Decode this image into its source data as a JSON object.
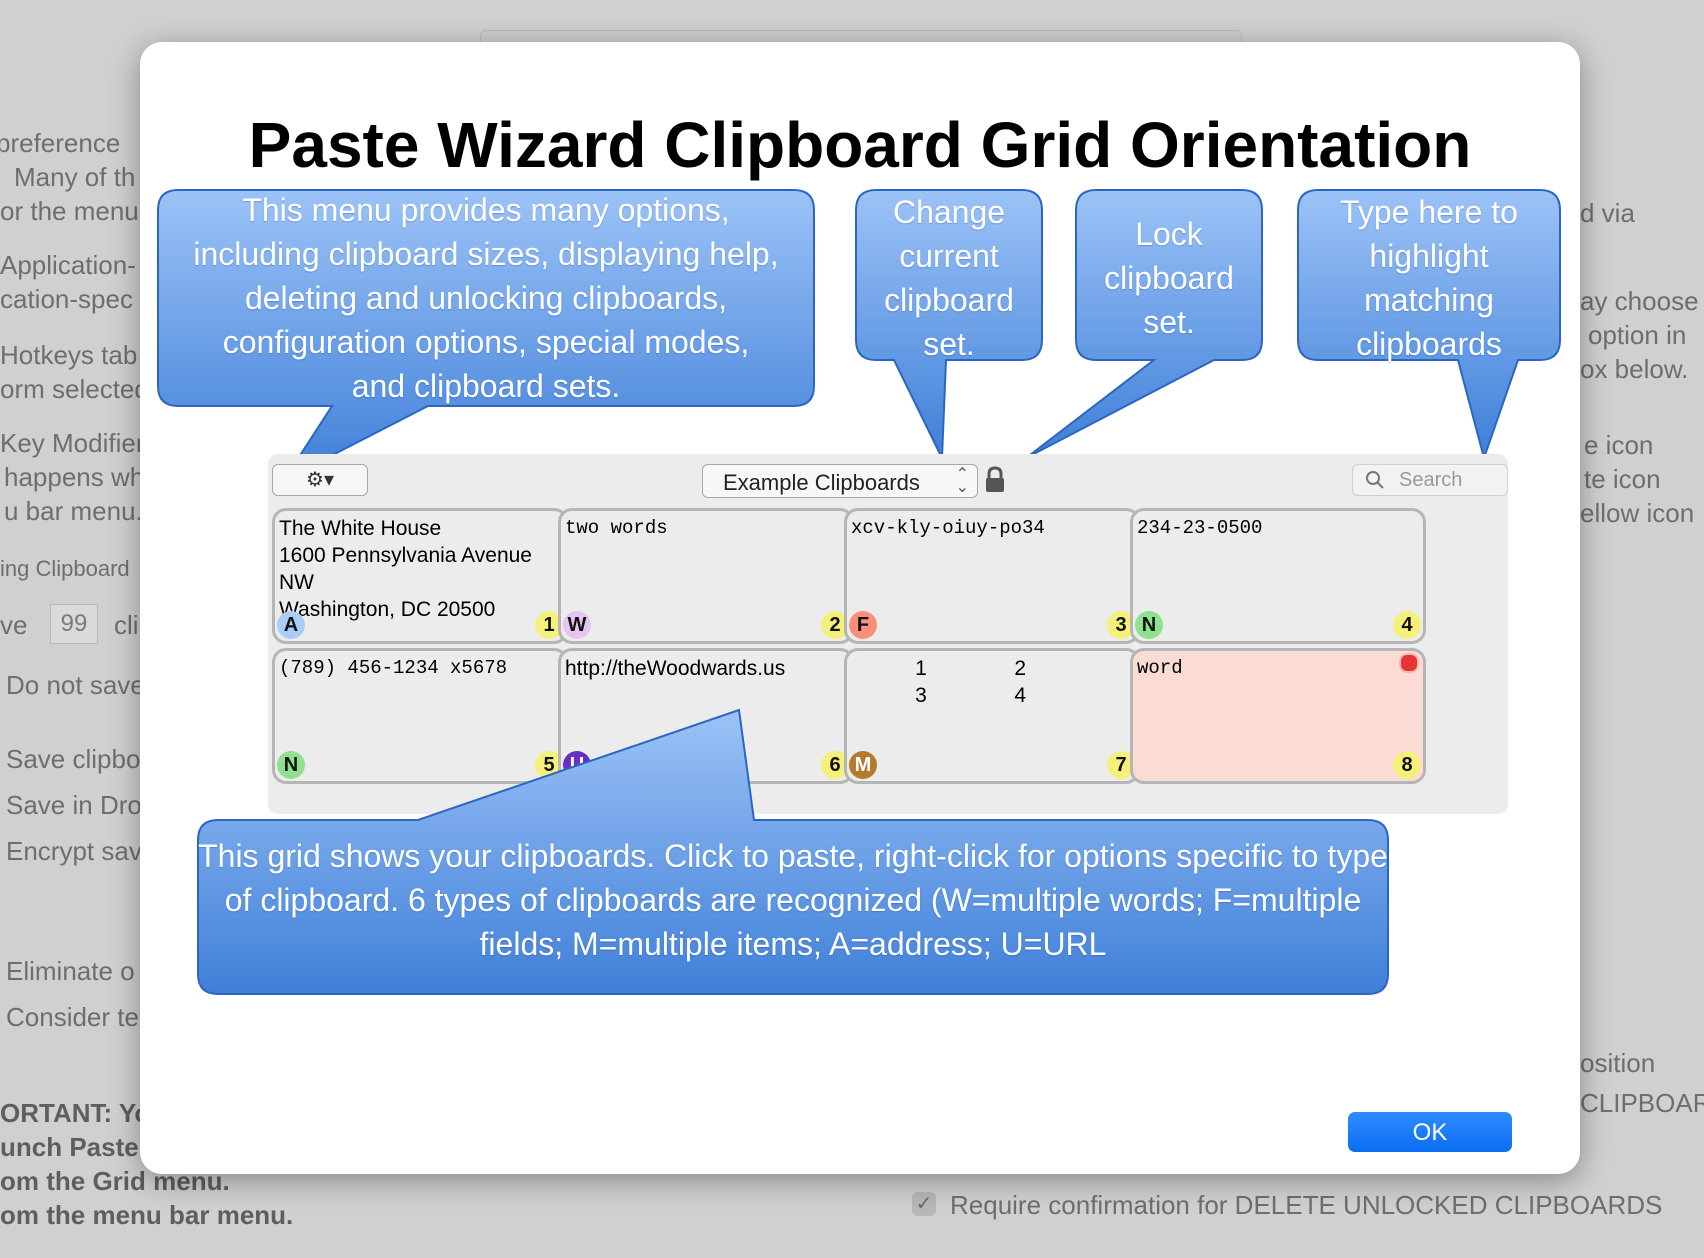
{
  "background": {
    "left_lines": [
      "preference",
      "Many of th",
      "or the menu",
      "Application-",
      "cation-spec",
      "Hotkeys tab",
      "orm selected",
      "Key Modifier",
      "happens wh",
      "u bar menu.",
      "ing Clipboard",
      "ve",
      "cli",
      "Do not save",
      "Save clipbo",
      "Save in Dro",
      "Encrypt sav",
      "Eliminate o",
      "Consider te"
    ],
    "retain_count": "99",
    "bold_lines": [
      "ORTANT: Yo",
      "unch Paste",
      "om the Grid menu.",
      "om the menu bar menu."
    ],
    "right_lines": [
      "d via",
      "ay choose",
      "option in",
      "ox below.",
      "e icon",
      "te icon",
      "ellow icon",
      "osition",
      "CLIPBOAR"
    ],
    "confirm_label": "Require confirmation for DELETE UNLOCKED CLIPBOARDS"
  },
  "dialog": {
    "title": "Paste Wizard Clipboard Grid Orientation",
    "callouts": {
      "menu": [
        "This menu provides many options,",
        "including clipboard sizes, displaying help,",
        "deleting and unlocking clipboards,",
        "configuration options, special modes,",
        "and clipboard sets."
      ],
      "change_set": [
        "Change",
        "current",
        "clipboard",
        "set."
      ],
      "lock_set": [
        "Lock",
        "clipboard",
        "set."
      ],
      "search": [
        "Type here to",
        "highlight",
        "matching",
        "clipboards"
      ],
      "grid": [
        "This grid shows your clipboards.  Click to paste, right-click for options specific to type",
        "of clipboard. 6 types of clipboards are recognized (W=multiple words; F=multiple",
        "fields; M=multiple items; A=address; U=URL"
      ]
    },
    "toolbar": {
      "gear_icon": "gear-icon",
      "set_name": "Example Clipboards",
      "search_placeholder": "Search"
    },
    "clipboards": [
      {
        "text": "The White House\n1600 Pennsylvania Avenue\nNW\nWashington, DC 20500",
        "type": "A",
        "type_color": "#a9cdf7",
        "number": "1",
        "mono": false
      },
      {
        "text": "two words",
        "type": "W",
        "type_color": "#e6c6f0",
        "number": "2",
        "mono": true
      },
      {
        "text": "xcv-kly-oiuy-po34",
        "type": "F",
        "type_color": "#f7907a",
        "number": "3",
        "mono": true
      },
      {
        "text": "234-23-0500",
        "type": "N",
        "type_color": "#8fe08f",
        "number": "4",
        "mono": true
      },
      {
        "text": "(789) 456-1234 x5678",
        "type": "N",
        "type_color": "#8fe08f",
        "number": "5",
        "mono": true
      },
      {
        "text": "http://theWoodwards.us",
        "type": "U",
        "type_color": "#6a2fc2",
        "number": "6",
        "mono": false
      },
      {
        "text": "           1               2\n           3               4",
        "type": "M",
        "type_color": "#b67a2a",
        "number": "7",
        "mono": false
      },
      {
        "text": "word",
        "type": "",
        "type_color": "",
        "number": "8",
        "mono": true,
        "highlighted": true
      }
    ],
    "ok_label": "OK"
  }
}
